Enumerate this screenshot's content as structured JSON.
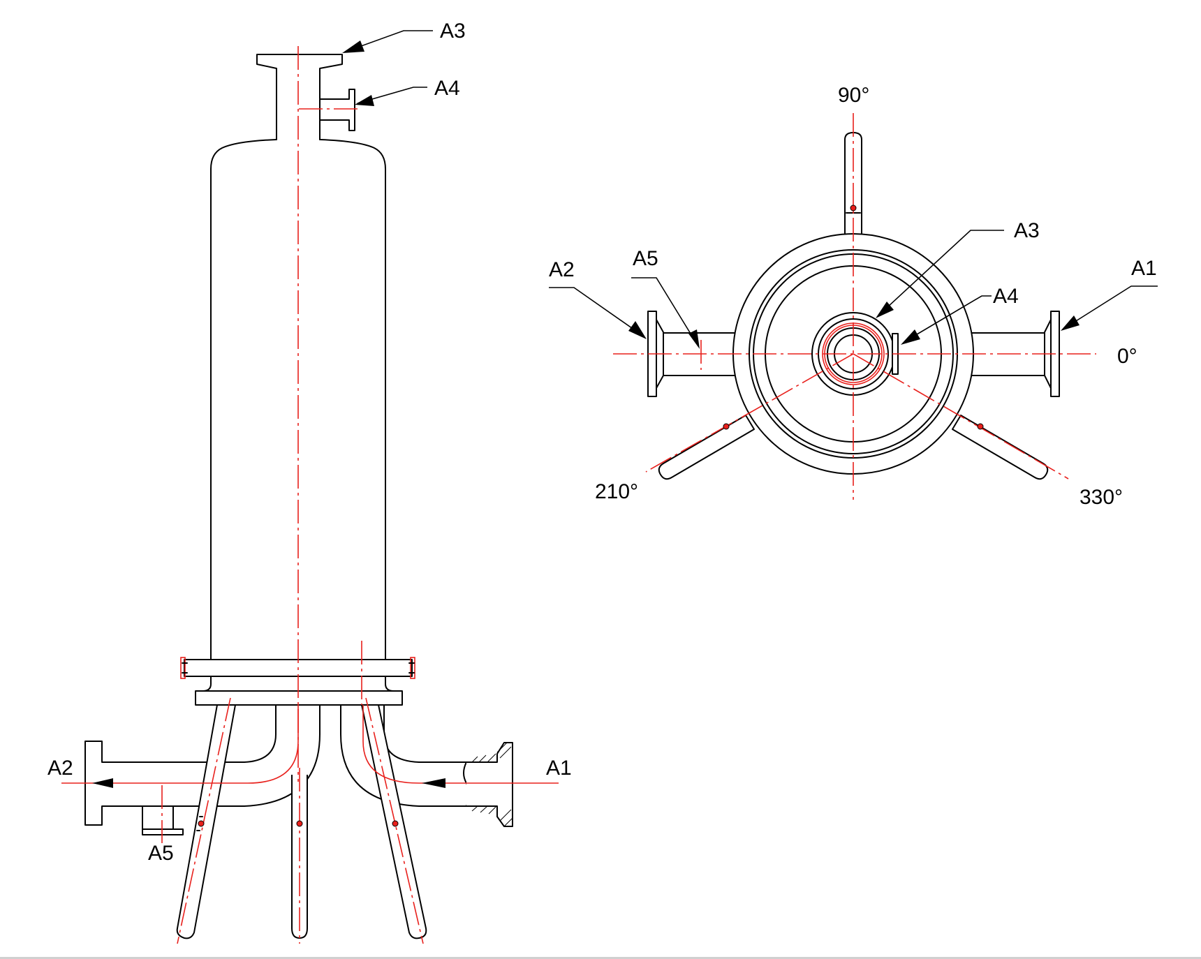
{
  "side_view": {
    "labels": {
      "a3": "A3",
      "a4": "A4",
      "a2": "A2",
      "a1": "A1",
      "a5": "A5"
    }
  },
  "top_view": {
    "labels": {
      "a3": "A3",
      "a4": "A4",
      "a2": "A2",
      "a1": "A1",
      "a5": "A5"
    },
    "angles": {
      "deg90": "90°",
      "deg0": "0°",
      "deg210": "210°",
      "deg330": "330°"
    }
  },
  "colors": {
    "outline": "#000000",
    "centerline": "#e8201c",
    "background": "#ffffff"
  }
}
